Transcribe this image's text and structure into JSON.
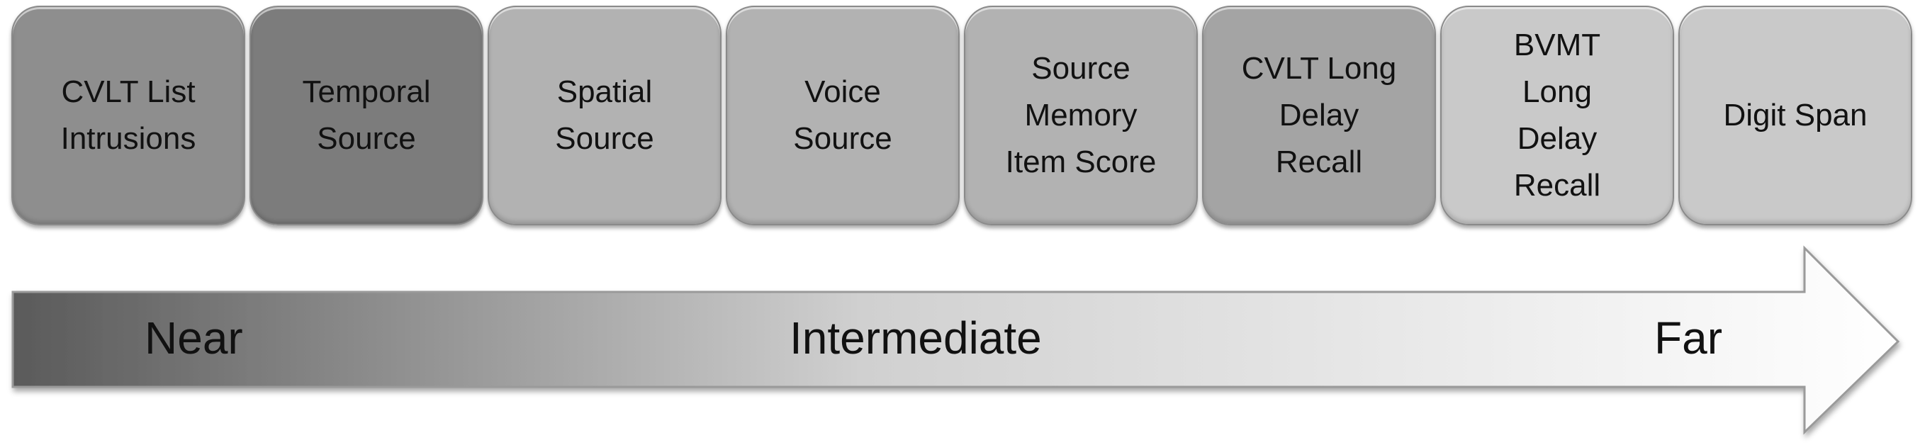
{
  "boxes": [
    {
      "label": "CVLT List\nIntrusions",
      "color": "#8e8e8e"
    },
    {
      "label": "Temporal\nSource",
      "color": "#7c7c7c"
    },
    {
      "label": "Spatial\nSource",
      "color": "#b2b2b2"
    },
    {
      "label": "Voice\nSource",
      "color": "#b2b2b2"
    },
    {
      "label": "Source\nMemory\nItem Score",
      "color": "#b2b2b2"
    },
    {
      "label": "CVLT Long\nDelay\nRecall",
      "color": "#a4a4a4"
    },
    {
      "label": "BVMT\nLong\nDelay\nRecall",
      "color": "#c9c9c9"
    },
    {
      "label": "Digit Span",
      "color": "#c9c9c9"
    }
  ],
  "arrow": {
    "near": "Near",
    "intermediate": "Intermediate",
    "far": "Far",
    "gradient_start": "#5a5a5a",
    "gradient_end": "#ffffff"
  }
}
